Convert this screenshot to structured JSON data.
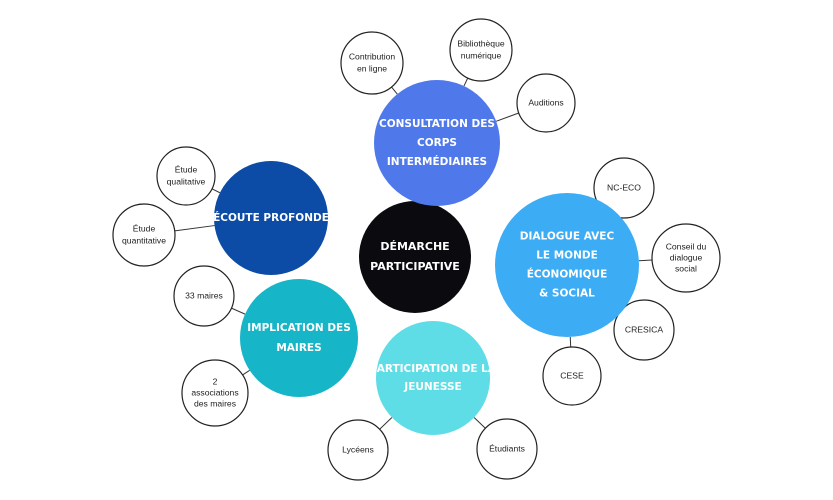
{
  "colors": {
    "center": "#0b0b0f",
    "listening": "#0c4ca6",
    "consultation": "#4f78ea",
    "dialogue": "#3cacf5",
    "mayors": "#16b5c8",
    "youth": "#5fdde6",
    "leaf_stroke": "#222222",
    "connector": "#333333"
  },
  "center": {
    "lines": [
      "DÉMARCHE",
      "PARTICIPATIVE"
    ]
  },
  "hubs": [
    {
      "id": "consultation",
      "lines": [
        "CONSULTATION DES",
        "CORPS",
        "INTERMÉDIAIRES"
      ],
      "leaves": [
        {
          "lines": [
            "Contribution",
            "en ligne"
          ]
        },
        {
          "lines": [
            "Bibliothèque",
            "numérique"
          ]
        },
        {
          "lines": [
            "Auditions"
          ]
        }
      ]
    },
    {
      "id": "listening",
      "lines": [
        "ÉCOUTE PROFONDE"
      ],
      "leaves": [
        {
          "lines": [
            "Étude",
            "qualitative"
          ]
        },
        {
          "lines": [
            "Étude",
            "quantitative"
          ]
        }
      ]
    },
    {
      "id": "dialogue",
      "lines": [
        "DIALOGUE AVEC",
        "LE MONDE",
        "ÉCONOMIQUE",
        "& SOCIAL"
      ],
      "leaves": [
        {
          "lines": [
            "NC-ECO"
          ]
        },
        {
          "lines": [
            "Conseil du",
            "dialogue",
            "social"
          ]
        },
        {
          "lines": [
            "CRESICA"
          ]
        },
        {
          "lines": [
            "CESE"
          ]
        }
      ]
    },
    {
      "id": "mayors",
      "lines": [
        "IMPLICATION DES",
        "MAIRES"
      ],
      "leaves": [
        {
          "lines": [
            "33 maires"
          ]
        },
        {
          "lines": [
            "2",
            "associations",
            "des maires"
          ]
        }
      ]
    },
    {
      "id": "youth",
      "lines": [
        "PARTICIPATION DE LA",
        "JEUNESSE"
      ],
      "leaves": [
        {
          "lines": [
            "Lycéens"
          ]
        },
        {
          "lines": [
            "Étudiants"
          ]
        }
      ]
    }
  ]
}
